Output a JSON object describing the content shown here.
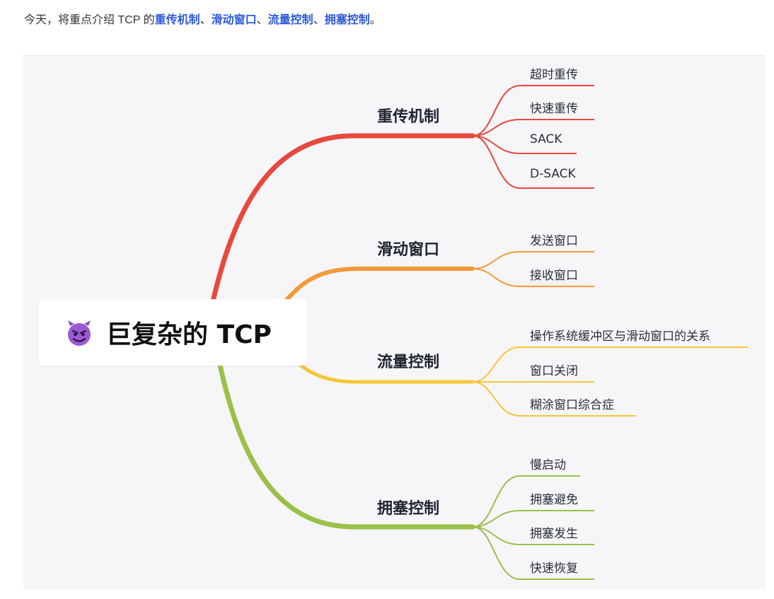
{
  "intro": {
    "prefix": "今天，将重点介绍 TCP 的",
    "links": [
      "重传机制",
      "滑动窗口",
      "流量控制",
      "拥塞控制"
    ],
    "separator": "、",
    "suffix": "。"
  },
  "mindmap": {
    "root": {
      "title": "巨复杂的 TCP",
      "icon": "purple-devil-emoji-icon"
    },
    "branches": [
      {
        "label": "重传机制",
        "color": "#e8483d",
        "children": [
          "超时重传",
          "快速重传",
          "SACK",
          "D-SACK"
        ]
      },
      {
        "label": "滑动窗口",
        "color": "#f29a38",
        "children": [
          "发送窗口",
          "接收窗口"
        ]
      },
      {
        "label": "流量控制",
        "color": "#f5c638",
        "children": [
          "操作系统缓冲区与滑动窗口的关系",
          "窗口关闭",
          "糊涂窗口综合症"
        ]
      },
      {
        "label": "拥塞控制",
        "color": "#9bc04a",
        "children": [
          "慢启动",
          "拥塞避免",
          "拥塞发生",
          "快速恢复"
        ]
      }
    ]
  },
  "colors": {
    "link": "#2d5bd8",
    "panel_bg": "#f6f6f8"
  }
}
